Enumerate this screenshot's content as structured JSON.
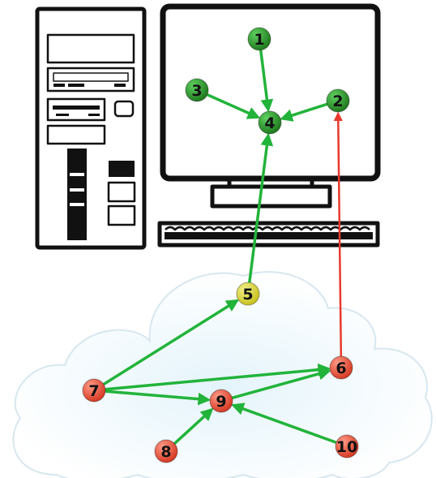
{
  "colors": {
    "outline": "#111111",
    "green_node": "#1f7a1f",
    "green_node_highlight": "#5fd05f",
    "yellow_node": "#c7c21e",
    "yellow_node_highlight": "#f4f08a",
    "red_node": "#d63a24",
    "red_node_highlight": "#ff9a86",
    "green_arrow": "#22b33a",
    "red_arrow": "#e8392c",
    "cloud_fill": "#ffffff",
    "cloud_inner": "#eef8fd",
    "cloud_stroke": "#d7e7ef"
  },
  "nodes": [
    {
      "id": "1",
      "label": "1",
      "color": "green"
    },
    {
      "id": "2",
      "label": "2",
      "color": "green"
    },
    {
      "id": "3",
      "label": "3",
      "color": "green"
    },
    {
      "id": "4",
      "label": "4",
      "color": "green"
    },
    {
      "id": "5",
      "label": "5",
      "color": "yellow"
    },
    {
      "id": "6",
      "label": "6",
      "color": "red"
    },
    {
      "id": "7",
      "label": "7",
      "color": "red"
    },
    {
      "id": "8",
      "label": "8",
      "color": "red"
    },
    {
      "id": "9",
      "label": "9",
      "color": "red"
    },
    {
      "id": "10",
      "label": "10",
      "color": "red"
    }
  ],
  "edges": [
    {
      "from": "1",
      "to": "4",
      "color": "green"
    },
    {
      "from": "3",
      "to": "4",
      "color": "green"
    },
    {
      "from": "2",
      "to": "4",
      "color": "green"
    },
    {
      "from": "5",
      "to": "4",
      "color": "green"
    },
    {
      "from": "6",
      "to": "2",
      "color": "red"
    },
    {
      "from": "7",
      "to": "5",
      "color": "green"
    },
    {
      "from": "7",
      "to": "6",
      "color": "green"
    },
    {
      "from": "7",
      "to": "9",
      "color": "green"
    },
    {
      "from": "9",
      "to": "6",
      "color": "green"
    },
    {
      "from": "8",
      "to": "9",
      "color": "green"
    },
    {
      "from": "10",
      "to": "9",
      "color": "green"
    }
  ]
}
